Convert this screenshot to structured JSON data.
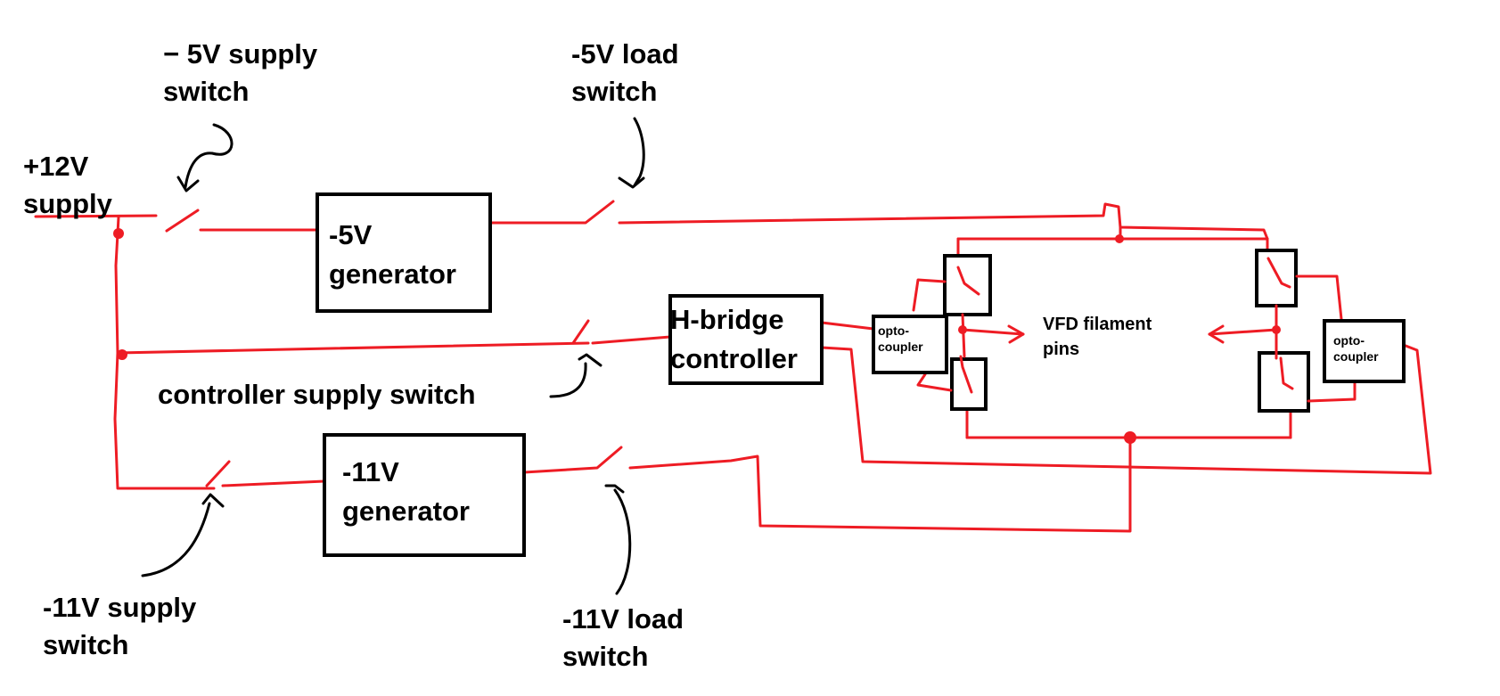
{
  "labels": {
    "supply_12v": "+12V\nsupply",
    "sw_5v_supply": "− 5V supply\nswitch",
    "sw_5v_load": "-5V load\nswitch",
    "sw_controller_supply": "controller supply switch",
    "sw_11v_supply": "-11V supply\nswitch",
    "sw_11v_load": "-11V load\nswitch"
  },
  "blocks": {
    "gen_5v": "-5V\ngenerator",
    "gen_11v": "-11V\ngenerator",
    "hbridge": "H-bridge\ncontroller",
    "opto_left": "opto-\ncoupler",
    "opto_right": "opto-\ncoupler"
  },
  "center_label": "VFD filament\npins",
  "colors": {
    "wire": "#ee1c24",
    "ink": "#000000",
    "background": "#ffffff"
  }
}
